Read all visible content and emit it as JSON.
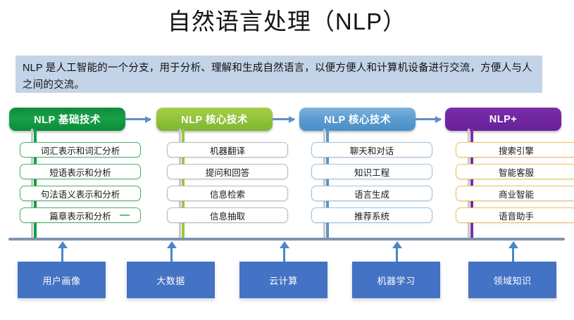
{
  "title": "自然语言处理（NLP）",
  "banner": {
    "text": "NLP 是人工智能的一个分支，用于分析、理解和生成自然语言，以便方便人和计算机设备进行交流，方便人与人之间的交流。",
    "background": "#c3d4e8"
  },
  "columns": [
    {
      "header": "NLP 基础技术",
      "accent": "#13a045",
      "item_border": "#45b36b",
      "items": [
        "词汇表示和词汇分析",
        "短语表示和分析",
        "句法语义表示和分析",
        "篇章表示和分析"
      ]
    },
    {
      "header": "NLP 核心技术",
      "accent": "#97c93d",
      "item_border": "#b9b9b9",
      "items": [
        "机器翻译",
        "提问和回答",
        "信息检索",
        "信息抽取"
      ]
    },
    {
      "header": "NLP 核心技术",
      "accent": "#5b95c9",
      "item_border": "#9cc3e0",
      "items": [
        "聊天和对话",
        "知识工程",
        "语言生成",
        "推荐系统"
      ]
    },
    {
      "header": "NLP+",
      "accent": "#7b2fa8",
      "item_border": "#eec25a",
      "items": [
        "搜索引擎",
        "智能客服",
        "商业智能",
        "语音助手"
      ]
    }
  ],
  "foundation": {
    "bar_color": "#7f94ad",
    "arrow_color": "#4a86c8",
    "box_color": "#4472c4",
    "boxes": [
      "用户画像",
      "大数据",
      "云计算",
      "机器学习",
      "领域知识"
    ]
  },
  "flow_arrows": [
    "arrow-right-1",
    "arrow-right-2",
    "arrow-right-3"
  ]
}
